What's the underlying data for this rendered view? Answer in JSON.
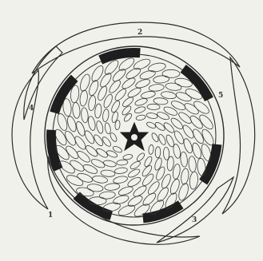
{
  "figure": {
    "labels": {
      "one": "1",
      "two": "2",
      "three": "3",
      "four": "4",
      "five": "5"
    },
    "colors": {
      "paper": "#f1f1ec",
      "ink": "#2b2b2b",
      "dark": "#1e1e1e"
    }
  }
}
